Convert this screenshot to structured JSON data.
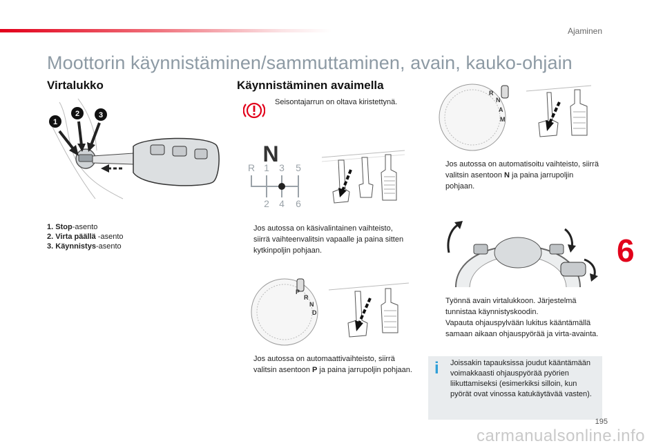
{
  "header": {
    "section": "Ajaminen",
    "title": "Moottorin käynnistäminen/sammuttaminen, avain, kauko-ohjain"
  },
  "left": {
    "heading": "Virtalukko",
    "callouts": [
      "1",
      "2",
      "3"
    ],
    "legend": [
      {
        "num": "1.",
        "bold": "Stop",
        "rest": "-asento"
      },
      {
        "num": "2.",
        "bold": "Virta päällä",
        "rest": " -asento"
      },
      {
        "num": "3.",
        "bold": "Käynnistys",
        "rest": "-asento"
      }
    ]
  },
  "middle": {
    "heading": "Käynnistäminen avaimella",
    "warning": "Seisontajarrun on oltava kiristettynä.",
    "gear": {
      "letter": "N",
      "top": [
        "R",
        "1",
        "3",
        "5"
      ],
      "bottom": [
        "2",
        "4",
        "6"
      ]
    },
    "manual_text": "Jos autossa on käsivalintainen vaihteisto, siirrä vaihteenvalitsin vapaalle ja paina sitten kytkinpoljin pohjaan.",
    "auto_text_before": "Jos autossa on automaattivaihteisto, siirrä valitsin asentoon ",
    "auto_bold": "P",
    "auto_text_after": " ja paina jarrupoljin pohjaan.",
    "auto_dial_letters": [
      "P",
      "R",
      "N",
      "D"
    ]
  },
  "right": {
    "dial_letters": [
      "R",
      "N",
      "A",
      "M"
    ],
    "automated_before": "Jos autossa on automatisoitu vaihteisto, siirrä valitsin asentoon ",
    "automated_bold": "N",
    "automated_after": " ja paina jarrupoljin pohjaan.",
    "bullet_insert": "Työnnä avain virtalukkoon. Järjestelmä tunnistaa käynnistyskoodin.",
    "bullet_release": "Vapauta ohjauspylvään lukitus kääntämällä samaan aikaan ohjauspyörää ja virta-avainta.",
    "info_text": "Joissakin tapauksissa joudut kääntämään voimakkaasti ohjauspyörää pyörien liikuttamiseksi (esimerkiksi silloin, kun pyörät ovat vinossa katukäytävää vasten)."
  },
  "chapter_number": "6",
  "page_number": "195",
  "watermark": "carmanualsonline.info",
  "bullet_marker": "",
  "colors": {
    "accent_red": "#e2001a",
    "title_gray": "#8d9aa4",
    "info_blue": "#2f9fd8",
    "info_bg": "#e9ecee"
  }
}
